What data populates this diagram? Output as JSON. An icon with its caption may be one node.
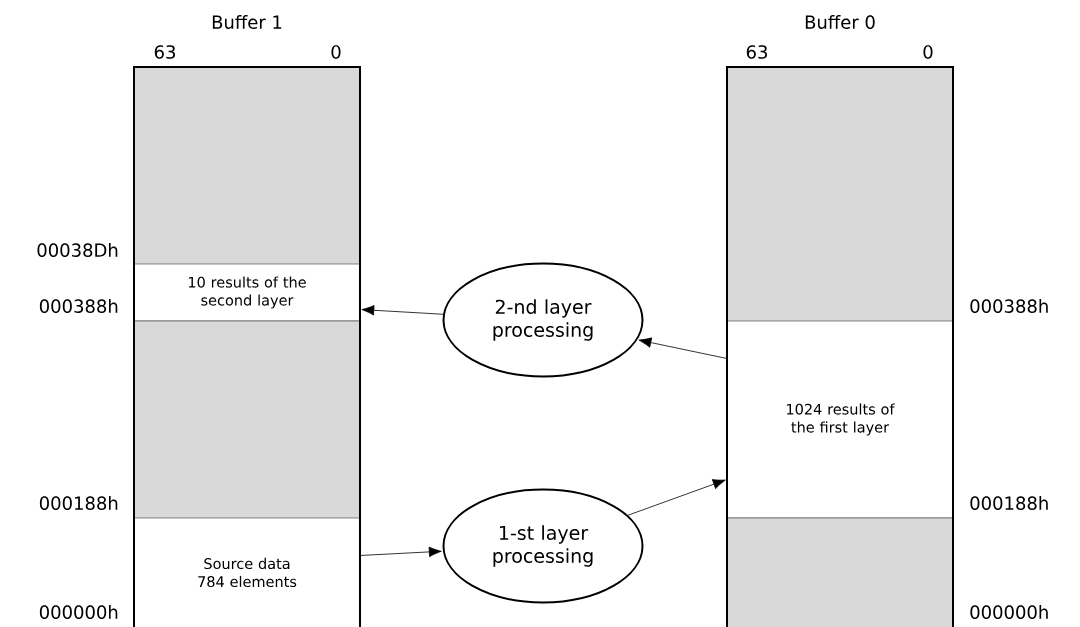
{
  "diagram": {
    "nodes": [
      {
        "text": [
          "Buffer 1"
        ]
      },
      {
        "text": [],
        "shape": "box",
        "in": 0
      },
      {
        "text": [
          "10 results of the second layer"
        ],
        "in": 0
      },
      {
        "text": [],
        "shape": "box",
        "in": 0
      },
      {
        "text": [
          "Source data 784 elements"
        ],
        "in": 0
      },
      {
        "text": [
          "2-nd layer processing"
        ]
      },
      {
        "text": [
          "1-st layer processing"
        ]
      },
      {
        "text": [
          "Buffer 0"
        ]
      },
      {
        "text": [],
        "shape": "box",
        "in": 7
      },
      {
        "text": [
          "1024 results of the first layer"
        ],
        "in": 7
      },
      {
        "text": [],
        "shape": "box",
        "in": 7
      }
    ],
    "edges": [
      {
        "from": 4,
        "to": 6,
        "arrow": "to"
      },
      {
        "from": 6,
        "to": 9,
        "arrow": "to"
      },
      {
        "from": 9,
        "to": 5,
        "arrow": "to"
      },
      {
        "from": 5,
        "to": 2,
        "arrow": "to"
      }
    ],
    "labels": [
      "63",
      "0",
      "63",
      "0",
      "00038Dh",
      "000388h",
      "000188h",
      "000000h",
      "000388h",
      "000188h",
      "000000h"
    ]
  }
}
